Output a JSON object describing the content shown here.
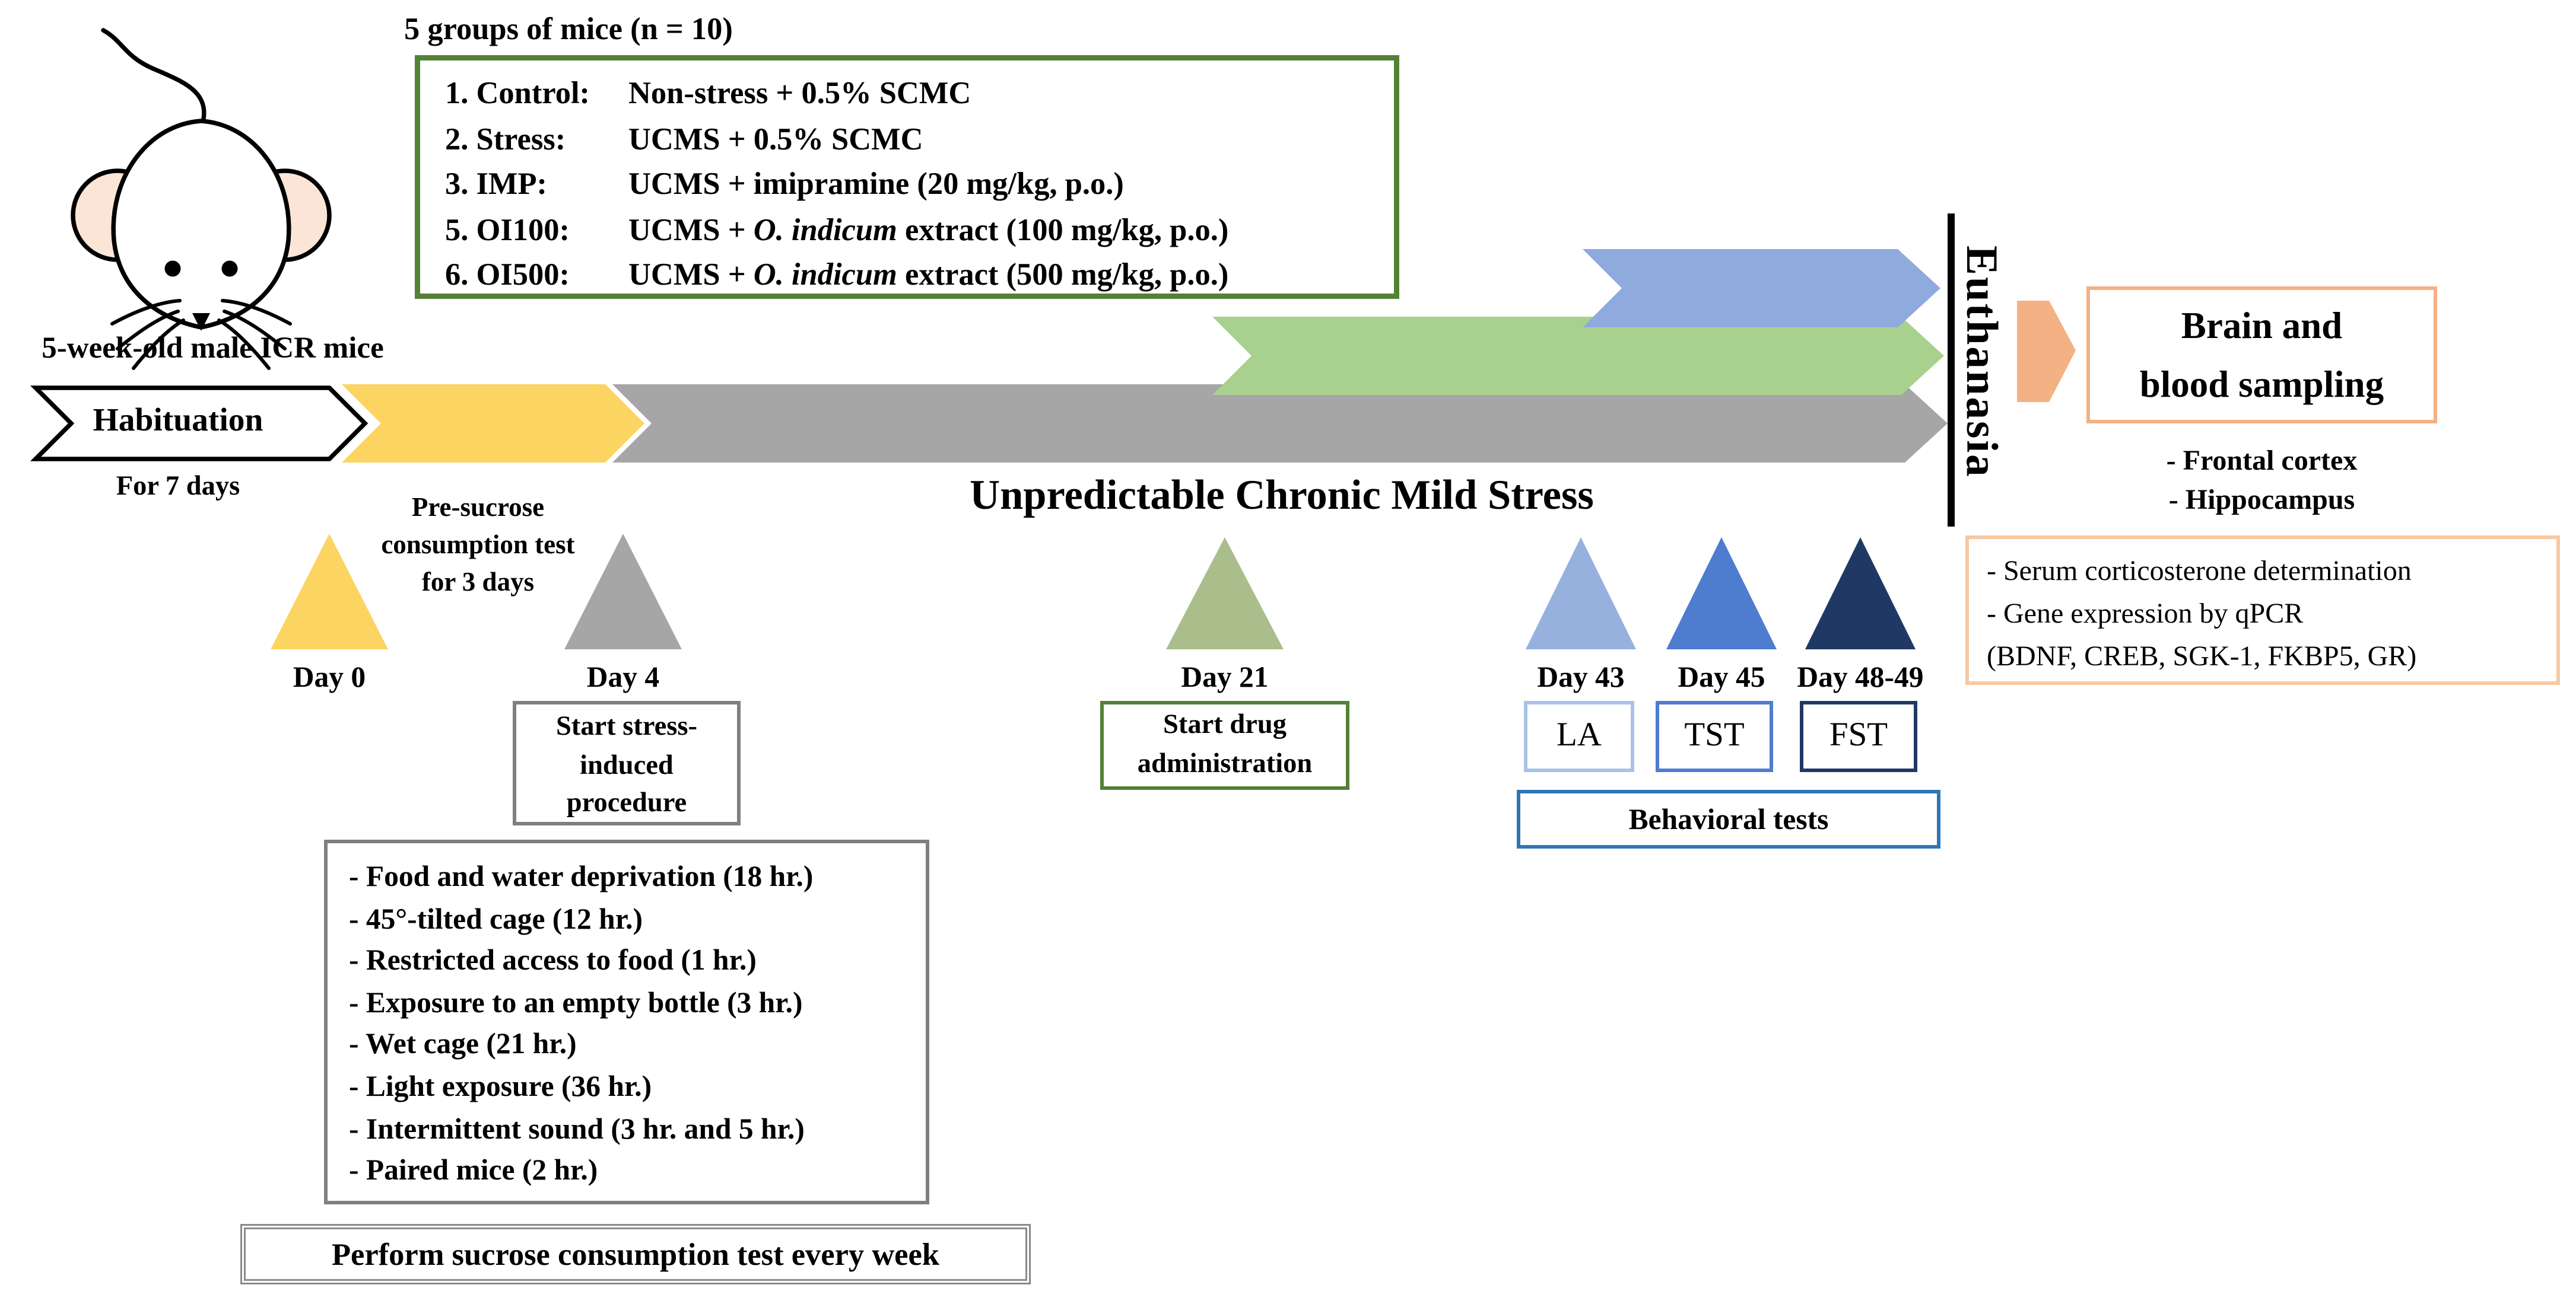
{
  "title_note": "5 groups of mice (n = 10)",
  "mouse_label": "5-week-old male ICR mice",
  "groups": {
    "items": [
      {
        "num": "1.",
        "name": "Control:",
        "desc": [
          {
            "t": "Non-stress + 0.5% SCMC"
          }
        ]
      },
      {
        "num": "2.",
        "name": "Stress:",
        "desc": [
          {
            "t": "UCMS + 0.5% SCMC"
          }
        ]
      },
      {
        "num": "3.",
        "name": "IMP:",
        "desc": [
          {
            "t": "UCMS + imipramine (20 mg/kg, p.o.)"
          }
        ]
      },
      {
        "num": "5.",
        "name": "OI100:",
        "desc": [
          {
            "t": "UCMS + "
          },
          {
            "t": "O. indicum",
            "i": true
          },
          {
            "t": " extract (100 mg/kg, p.o.)"
          }
        ]
      },
      {
        "num": "6.",
        "name": "OI500:",
        "desc": [
          {
            "t": "UCMS + "
          },
          {
            "t": "O. indicum",
            "i": true
          },
          {
            "t": " extract (500 mg/kg, p.o.)"
          }
        ]
      }
    ]
  },
  "timeline": {
    "habituation_label": "Habituation",
    "habituation_note": "For 7 days",
    "presucrose_lines": [
      "Pre-sucrose",
      "consumption test",
      "for 3 days"
    ],
    "ucms_label": "Unpredictable Chronic Mild Stress",
    "days": [
      {
        "label": "Day 0"
      },
      {
        "label": "Day 4"
      },
      {
        "label": "Day 21"
      },
      {
        "label": "Day 43"
      },
      {
        "label": "Day 45"
      },
      {
        "label": "Day 48-49"
      }
    ]
  },
  "boxes": {
    "start_stress_lines": [
      "Start stress-",
      "induced",
      "procedure"
    ],
    "start_drug_lines": [
      "Start drug",
      "administration"
    ],
    "tests": [
      {
        "label": "LA"
      },
      {
        "label": "TST"
      },
      {
        "label": "FST"
      }
    ],
    "behavioral_label": "Behavioral tests",
    "stress_items": [
      "- Food and water deprivation (18 hr.)",
      "- 45°-tilted cage (12 hr.)",
      "- Restricted access to food (1 hr.)",
      "- Exposure to an empty bottle (3 hr.)",
      "- Wet cage (21 hr.)",
      "- Light exposure (36 hr.)",
      "- Intermittent  sound (3 hr. and 5 hr.)",
      "- Paired mice (2 hr.)"
    ],
    "perform_label": "Perform sucrose consumption test every week"
  },
  "endpoint": {
    "euthanasia_label": "Euthanasia",
    "brain_lines": [
      "Brain and",
      "blood sampling"
    ],
    "sampling_notes": [
      "- Frontal cortex",
      "- Hippocampus"
    ],
    "analysis_lines": [
      "- Serum corticosterone determination",
      "- Gene expression by qPCR",
      "(BDNF, CREB, SGK-1, FKBP5, GR)"
    ]
  },
  "colors": {
    "yellow": "#FCD462",
    "gray": "#A6A6A6",
    "green": "#A9D18E",
    "blue": "#8FAADC",
    "green_tri": "#A9BE8B",
    "lightblue_tri": "#97B1DE",
    "medblue_tri": "#4E7CCF",
    "navy_tri": "#203864",
    "orange": "#F4B183",
    "orange_light": "#F7C8A2",
    "green_border": "#538135",
    "behavioral_border": "#2E75B6",
    "la_border": "#A9C3E8",
    "ear_pink": "#FBE5D6"
  }
}
